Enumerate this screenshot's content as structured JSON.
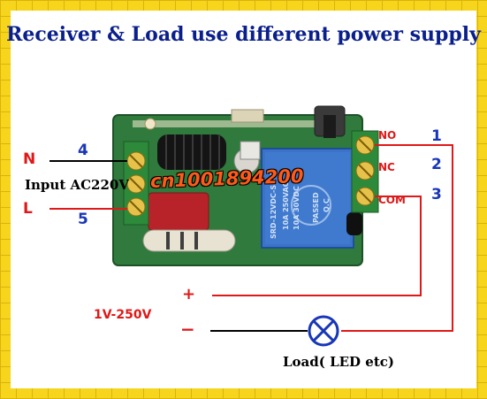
{
  "title": "Receiver & Load use different power supply",
  "left_terminals": {
    "n_label": "N",
    "n_number": "4",
    "input_label": "Input AC220V",
    "l_label": "L",
    "l_number": "5"
  },
  "right_terminals": {
    "no_label": "NO",
    "no_number": "1",
    "nc_label": "NC",
    "nc_number": "2",
    "com_label": "COM",
    "com_number": "3"
  },
  "load_supply": {
    "plus_sign": "+",
    "minus_sign": "−",
    "voltage_label": "1V-250V"
  },
  "load": {
    "label": "Load( LED etc)"
  },
  "watermark": "cn1001894200",
  "relay_markings": [
    "SRD-12VDC-SL-C",
    "10A 250VAC",
    "10A 30VDC",
    "PASSED",
    "Q.C"
  ],
  "colors": {
    "title": "#0a1f8c",
    "wire_red": "#e01818",
    "wire_black": "#000000",
    "pcb_green": "#2f7a3c",
    "relay_blue": "#3a73c8",
    "terminal_green": "#2d8a3a",
    "label_blue": "#1836b8",
    "background_yellow": "#f6d51c"
  }
}
